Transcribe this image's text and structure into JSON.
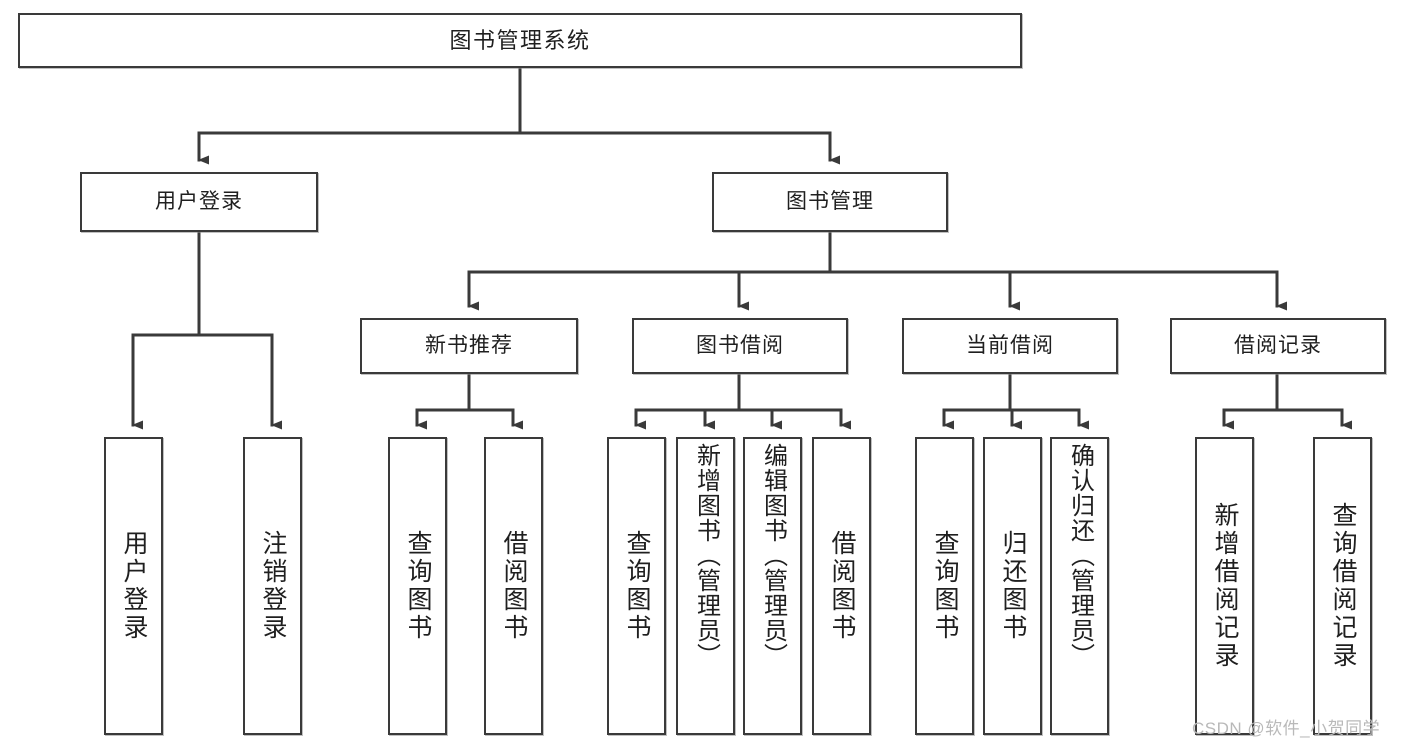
{
  "diagram": {
    "title": "图书管理系统",
    "type": "functional-structure-tree",
    "watermark": "CSDN @软件_小贺同学",
    "colors": {
      "background": "#ffffff",
      "node_border": "#3a3a3a",
      "node_fill": "#ffffff",
      "edge": "#3a3a3a",
      "text": "#1f1f1f",
      "watermark": "#b9b9b9"
    },
    "levels": {
      "root": {
        "label": "图书管理系统"
      },
      "level2": [
        {
          "id": "user-login",
          "label": "用户登录"
        },
        {
          "id": "book-management",
          "label": "图书管理"
        }
      ],
      "level3": [
        {
          "id": "new-book-recommend",
          "label": "新书推荐"
        },
        {
          "id": "book-borrow",
          "label": "图书借阅"
        },
        {
          "id": "current-borrow",
          "label": "当前借阅"
        },
        {
          "id": "borrow-record",
          "label": "借阅记录"
        }
      ],
      "leaves": {
        "user_login": [
          {
            "id": "leaf-user-login",
            "label": "用户登录"
          },
          {
            "id": "leaf-user-logout",
            "label": "注销登录"
          }
        ],
        "new_book_recommend": [
          {
            "id": "leaf-query-book-1",
            "label": "查询图书"
          },
          {
            "id": "leaf-borrow-book-1",
            "label": "借阅图书"
          }
        ],
        "book_borrow": [
          {
            "id": "leaf-query-book-2",
            "label": "查询图书"
          },
          {
            "id": "leaf-add-book",
            "label": "新增图书（管理员）"
          },
          {
            "id": "leaf-edit-book",
            "label": "编辑图书（管理员）"
          },
          {
            "id": "leaf-borrow-book-2",
            "label": "借阅图书"
          }
        ],
        "current_borrow": [
          {
            "id": "leaf-query-book-3",
            "label": "查询图书"
          },
          {
            "id": "leaf-return-book",
            "label": "归还图书"
          },
          {
            "id": "leaf-confirm-return",
            "label": "确认归还（管理员）"
          }
        ],
        "borrow_record": [
          {
            "id": "leaf-add-record",
            "label": "新增借阅记录"
          },
          {
            "id": "leaf-query-record",
            "label": "查询借阅记录"
          }
        ]
      }
    },
    "edges": [
      {
        "from": "图书管理系统",
        "to": "用户登录"
      },
      {
        "from": "图书管理系统",
        "to": "图书管理"
      },
      {
        "from": "用户登录",
        "to": "用户登录"
      },
      {
        "from": "用户登录",
        "to": "注销登录"
      },
      {
        "from": "图书管理",
        "to": "新书推荐"
      },
      {
        "from": "图书管理",
        "to": "图书借阅"
      },
      {
        "from": "图书管理",
        "to": "当前借阅"
      },
      {
        "from": "图书管理",
        "to": "借阅记录"
      },
      {
        "from": "新书推荐",
        "to": "查询图书"
      },
      {
        "from": "新书推荐",
        "to": "借阅图书"
      },
      {
        "from": "图书借阅",
        "to": "查询图书"
      },
      {
        "from": "图书借阅",
        "to": "新增图书（管理员）"
      },
      {
        "from": "图书借阅",
        "to": "编辑图书（管理员）"
      },
      {
        "from": "图书借阅",
        "to": "借阅图书"
      },
      {
        "from": "当前借阅",
        "to": "查询图书"
      },
      {
        "from": "当前借阅",
        "to": "归还图书"
      },
      {
        "from": "当前借阅",
        "to": "确认归还（管理员）"
      },
      {
        "from": "借阅记录",
        "to": "新增借阅记录"
      },
      {
        "from": "借阅记录",
        "to": "查询借阅记录"
      }
    ]
  }
}
